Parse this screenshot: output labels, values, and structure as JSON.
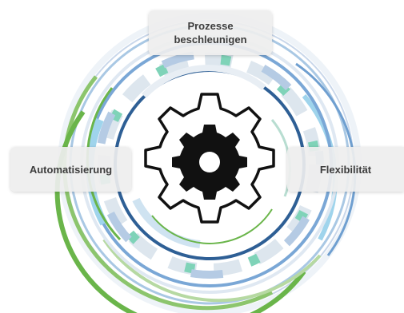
{
  "labels": {
    "top_line1": "Prozesse",
    "top_line2": "beschleunigen",
    "left": "Automatisierung",
    "right": "Flexibilität"
  },
  "icons": {
    "center": "gear-icon"
  },
  "colors": {
    "blue_dark": "#2e5f95",
    "blue_light": "#a9c8e4",
    "blue_pale": "#c9d7ea",
    "green": "#6ab54a",
    "green_light": "#b6d9a2",
    "teal": "#7fd3b8",
    "grey_segment": "#dde6ee",
    "gear": "#111111"
  }
}
